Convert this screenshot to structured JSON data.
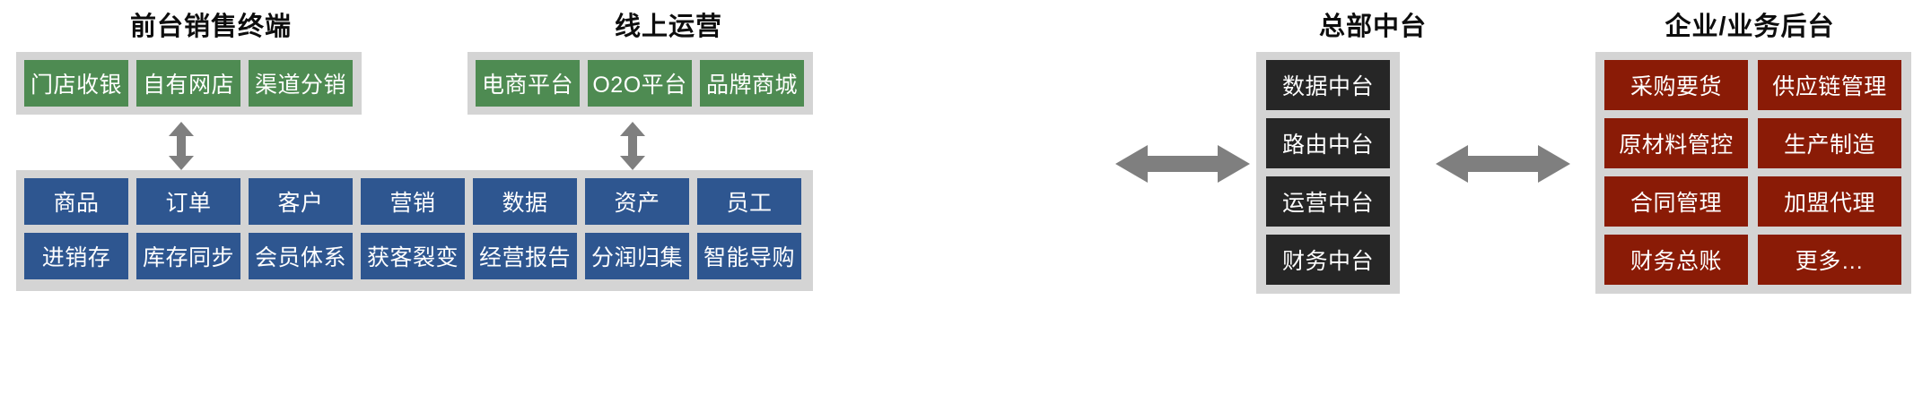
{
  "diagram": {
    "title_color": "#0d0d0d",
    "panel_color": "#d4d4d4",
    "arrow_color": "#7f7f7f",
    "palette": {
      "green": "#4e8b52",
      "blue": "#2e5690",
      "dark": "#262626",
      "red": "#8a1b06"
    }
  },
  "sections": {
    "front_sales": {
      "title": "前台销售终端",
      "items": [
        {
          "label": "门店收银"
        },
        {
          "label": "自有网店"
        },
        {
          "label": "渠道分销"
        }
      ]
    },
    "online_ops": {
      "title": "线上运营",
      "items": [
        {
          "label": "电商平台"
        },
        {
          "label": "O2O平台"
        },
        {
          "label": "品牌商城"
        }
      ]
    },
    "middle_platform": {
      "title": "总部中台",
      "items": [
        {
          "label": "数据中台"
        },
        {
          "label": "路由中台"
        },
        {
          "label": "运营中台"
        },
        {
          "label": "财务中台"
        }
      ]
    },
    "enterprise_backend": {
      "title": "企业/业务后台",
      "items": [
        {
          "label": "采购要货"
        },
        {
          "label": "供应链管理"
        },
        {
          "label": "原材料管控"
        },
        {
          "label": "生产制造"
        },
        {
          "label": "合同管理"
        },
        {
          "label": "加盟代理"
        },
        {
          "label": "财务总账"
        },
        {
          "label": "更多…"
        }
      ]
    },
    "core_capabilities": {
      "row1": [
        {
          "label": "商品"
        },
        {
          "label": "订单"
        },
        {
          "label": "客户"
        },
        {
          "label": "营销"
        },
        {
          "label": "数据"
        },
        {
          "label": "资产"
        },
        {
          "label": "员工"
        }
      ],
      "row2": [
        {
          "label": "进销存"
        },
        {
          "label": "库存同步"
        },
        {
          "label": "会员体系"
        },
        {
          "label": "获客裂变"
        },
        {
          "label": "经营报告"
        },
        {
          "label": "分润归集"
        },
        {
          "label": "智能导购"
        }
      ]
    }
  },
  "connectors": [
    {
      "name": "front-sales-to-core",
      "type": "vertical-double-arrow"
    },
    {
      "name": "online-ops-to-core",
      "type": "vertical-double-arrow"
    },
    {
      "name": "core-to-middle-platform",
      "type": "horizontal-double-arrow"
    },
    {
      "name": "middle-platform-to-enterprise",
      "type": "horizontal-double-arrow"
    }
  ]
}
